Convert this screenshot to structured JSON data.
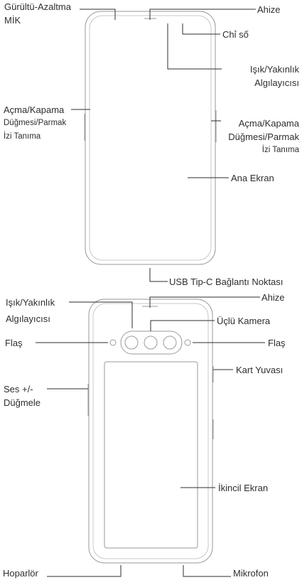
{
  "front": {
    "noise_mic": [
      "Gürültü-Azaltma",
      "MİK"
    ],
    "earpiece": "Ahize",
    "indicator": "Chỉ số",
    "light_sensor": [
      "Işık/Yakınlık",
      "Algılayıcısı"
    ],
    "power_left": [
      "Açma/Kapama",
      "Düğmesi/Parmak",
      "İzi Tanıma"
    ],
    "power_right": [
      "Açma/Kapama",
      "Düğmesi/Parmak",
      "İzi Tanıma"
    ],
    "main_screen": "Ana Ekran",
    "usb": "USB Tip-C Bağlantı Noktası"
  },
  "back": {
    "light_sensor": [
      "Işık/Yakınlık",
      "Algılayıcısı"
    ],
    "earpiece": "Ahize",
    "triple_camera": "Üçlü Kamera",
    "flash_left": "Flaş",
    "flash_right": "Flaş",
    "card_slot": "Kart Yuvası",
    "volume": [
      "Ses +/-",
      "Düğmele"
    ],
    "secondary_screen": "İkincil Ekran",
    "speaker": "Hoparlör",
    "microphone": "Mikrofon"
  }
}
